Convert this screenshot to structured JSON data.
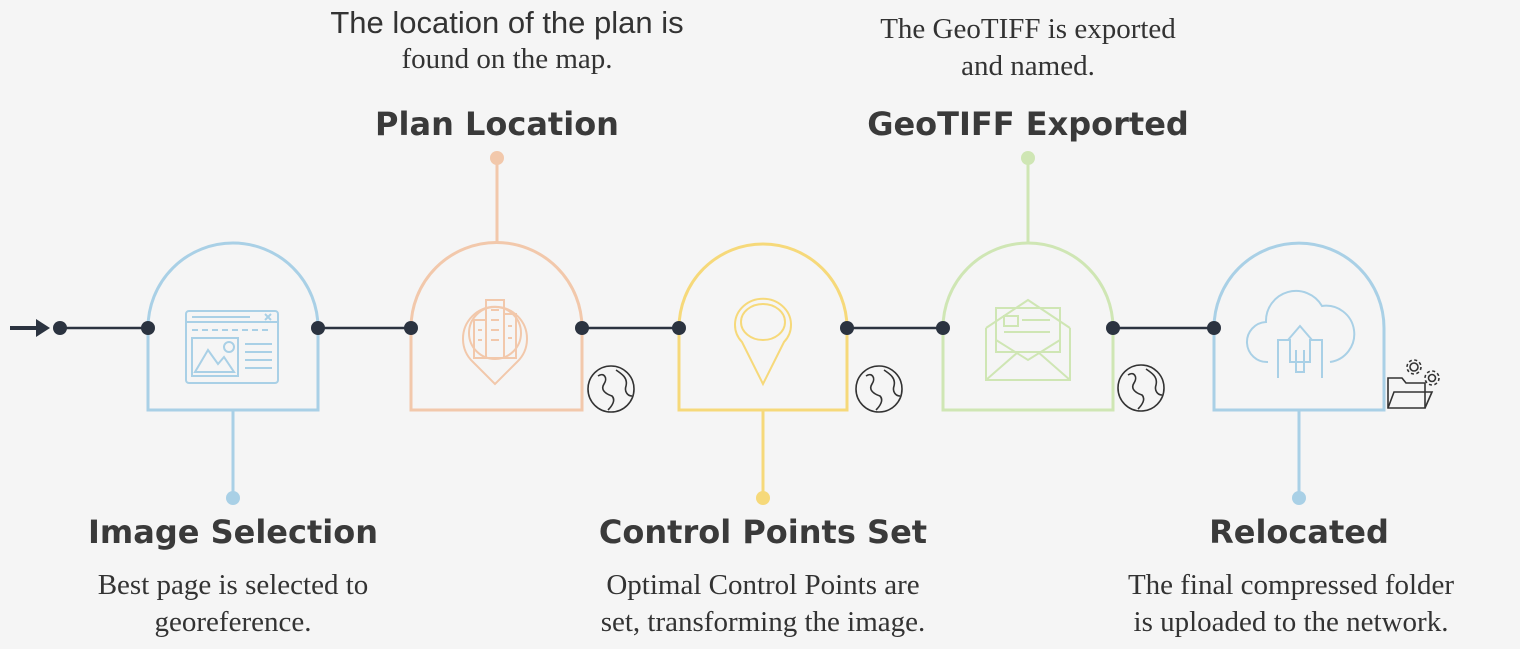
{
  "colors": {
    "line": "#2b3340",
    "blue": "#a9d0e6",
    "orange": "#f2c8ab",
    "yellow": "#f6d97a",
    "green": "#cfe6b4",
    "icon": "#333333"
  },
  "steps": [
    {
      "title": "Image Selection",
      "description": [
        "Best page is selected to",
        "georeference."
      ],
      "icon": "web-image-icon",
      "color": "blue"
    },
    {
      "title": "Plan Location",
      "description": [
        "The location of the plan is",
        "found on the map."
      ],
      "icon": "city-pin-icon",
      "color": "orange"
    },
    {
      "title": "Control Points Set",
      "description": [
        "Optimal Control Points are",
        "set, transforming the image."
      ],
      "icon": "map-pin-icon",
      "color": "yellow"
    },
    {
      "title": "GeoTIFF Exported",
      "description": [
        "The GeoTIFF is exported",
        "and named."
      ],
      "icon": "envelope-icon",
      "color": "green"
    },
    {
      "title": "Relocated",
      "description": [
        "The final compressed folder",
        "is uploaded to the network."
      ],
      "icon": "cloud-upload-icon",
      "color": "blue"
    }
  ],
  "connector_icons": [
    "globe-icon",
    "globe-icon",
    "globe-icon",
    "folder-gears-icon"
  ]
}
